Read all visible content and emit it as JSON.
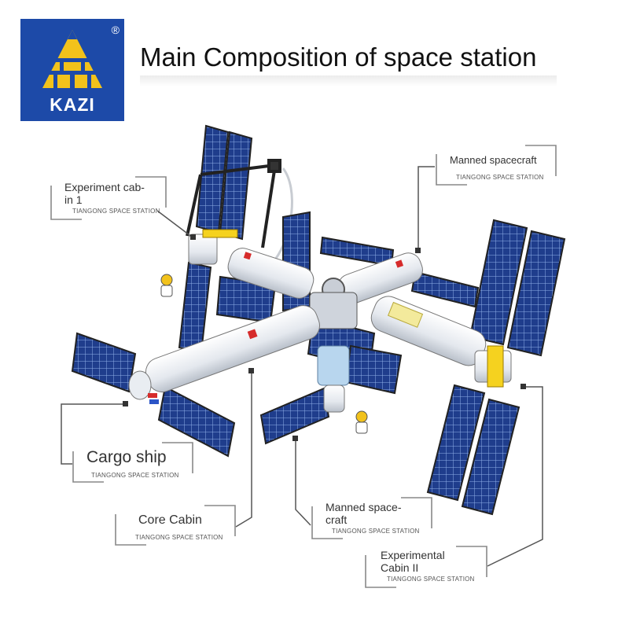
{
  "logo": {
    "brand": "KAZI",
    "registered": "®"
  },
  "title": "Main Composition of space station",
  "labels": {
    "experiment_cabin_1": {
      "line1": "Experiment cab-",
      "line2": "in 1",
      "sub": "TIANGONG SPACE STATION"
    },
    "manned_spacecraft_top": {
      "line1": "Manned spacecraft",
      "sub": "TIANGONG SPACE STATION"
    },
    "cargo_ship": {
      "line1": "Cargo ship",
      "sub": "TIANGONG SPACE STATION"
    },
    "core_cabin": {
      "line1": "Core Cabin",
      "sub": "TIANGONG SPACE STATION"
    },
    "manned_spacecraft_bottom": {
      "line1": "Manned space-",
      "line2": "craft",
      "sub": "TIANGONG SPACE STATION"
    },
    "experimental_cabin_2": {
      "line1": "Experimental",
      "line2": "Cabin II",
      "sub": "TIANGONG SPACE STATION"
    }
  },
  "colors": {
    "logo_blue": "#1d4aa8",
    "logo_gold": "#f2c21b",
    "panel_blue": "#1f3d8c",
    "module_white": "#eef1f5",
    "connector_yellow": "#f5d21f"
  }
}
